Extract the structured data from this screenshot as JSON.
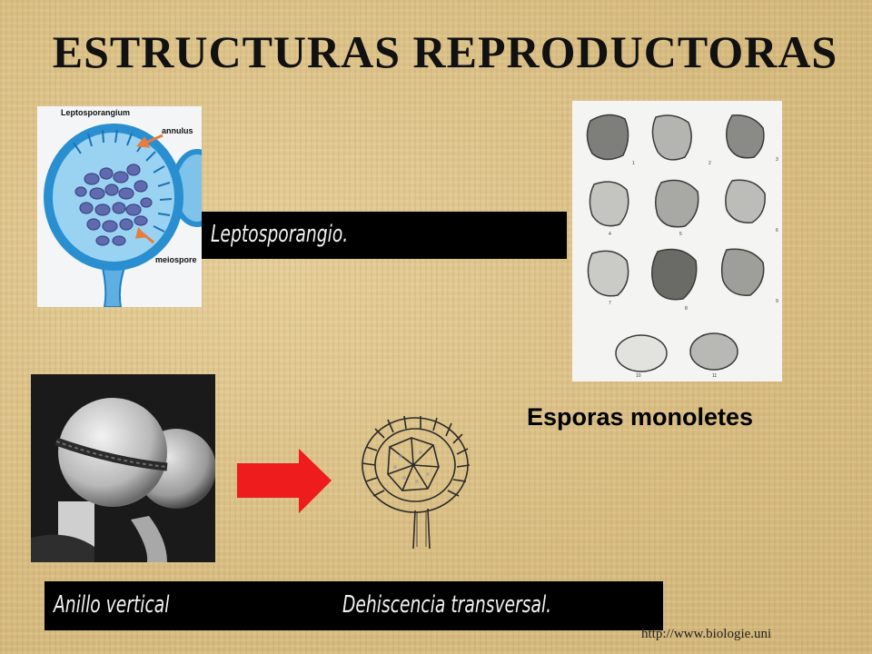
{
  "title": "ESTRUCTURAS REPRODUCTORAS",
  "leptosporangium": {
    "label_title": "Leptosporangium",
    "label_annulus": "annulus",
    "label_meiospore": "meiospore",
    "caption": "Leptosporangio."
  },
  "spores": {
    "caption": "Esporas monoletes",
    "numbers": [
      "1",
      "2",
      "3",
      "4",
      "5",
      "6",
      "7",
      "8",
      "9",
      "10",
      "11"
    ]
  },
  "bottom": {
    "caption_left": "Anillo vertical",
    "caption_right": "Dehiscencia transversal."
  },
  "source_url": "http://www.biologie.uni",
  "colors": {
    "arrow": "#ee1c1c",
    "caption_bar": "#000000",
    "micro_blue": "#2a8fd0"
  }
}
